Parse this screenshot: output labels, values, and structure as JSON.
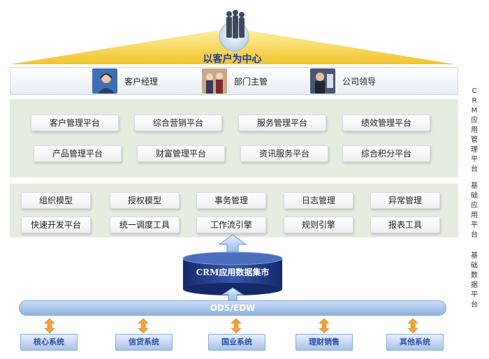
{
  "roof": {
    "title": "以客户为中心"
  },
  "users": [
    {
      "label": "客户经理"
    },
    {
      "label": "部门主管"
    },
    {
      "label": "公司领导"
    }
  ],
  "crm_platforms": {
    "row1": [
      "客户管理平台",
      "综合营销平台",
      "服务管理平台",
      "绩效管理平台"
    ],
    "row2": [
      "产品管理平台",
      "财富管理平台",
      "资讯服务平台",
      "综合积分平台"
    ],
    "side_label": [
      "C",
      "R",
      "M",
      "应",
      "用",
      "管",
      "理",
      "平",
      "台"
    ]
  },
  "base_platforms": {
    "row1": [
      "组织模型",
      "授权模型",
      "事务管理",
      "日志管理",
      "异常管理"
    ],
    "row2": [
      "快速开发平台",
      "统一调度工具",
      "工作流引擎",
      "规则引擎",
      "报表工具"
    ],
    "side_label": [
      "基",
      "础",
      "应",
      "用",
      "平",
      "台"
    ]
  },
  "data_layer": {
    "mart": "CRM应用数据集市",
    "ods": "ODS/EDW",
    "side_label": [
      "基",
      "础",
      "数",
      "据",
      "平",
      "台"
    ]
  },
  "sources": [
    "核心系统",
    "信贷系统",
    "国业系统",
    "理财销售",
    "其他系统"
  ],
  "colors": {
    "accent_blue": "#1a3a9e",
    "roof_yellow": "#f4d13c",
    "panel": "#e7ece0",
    "db_dark": "#1f3a78"
  }
}
